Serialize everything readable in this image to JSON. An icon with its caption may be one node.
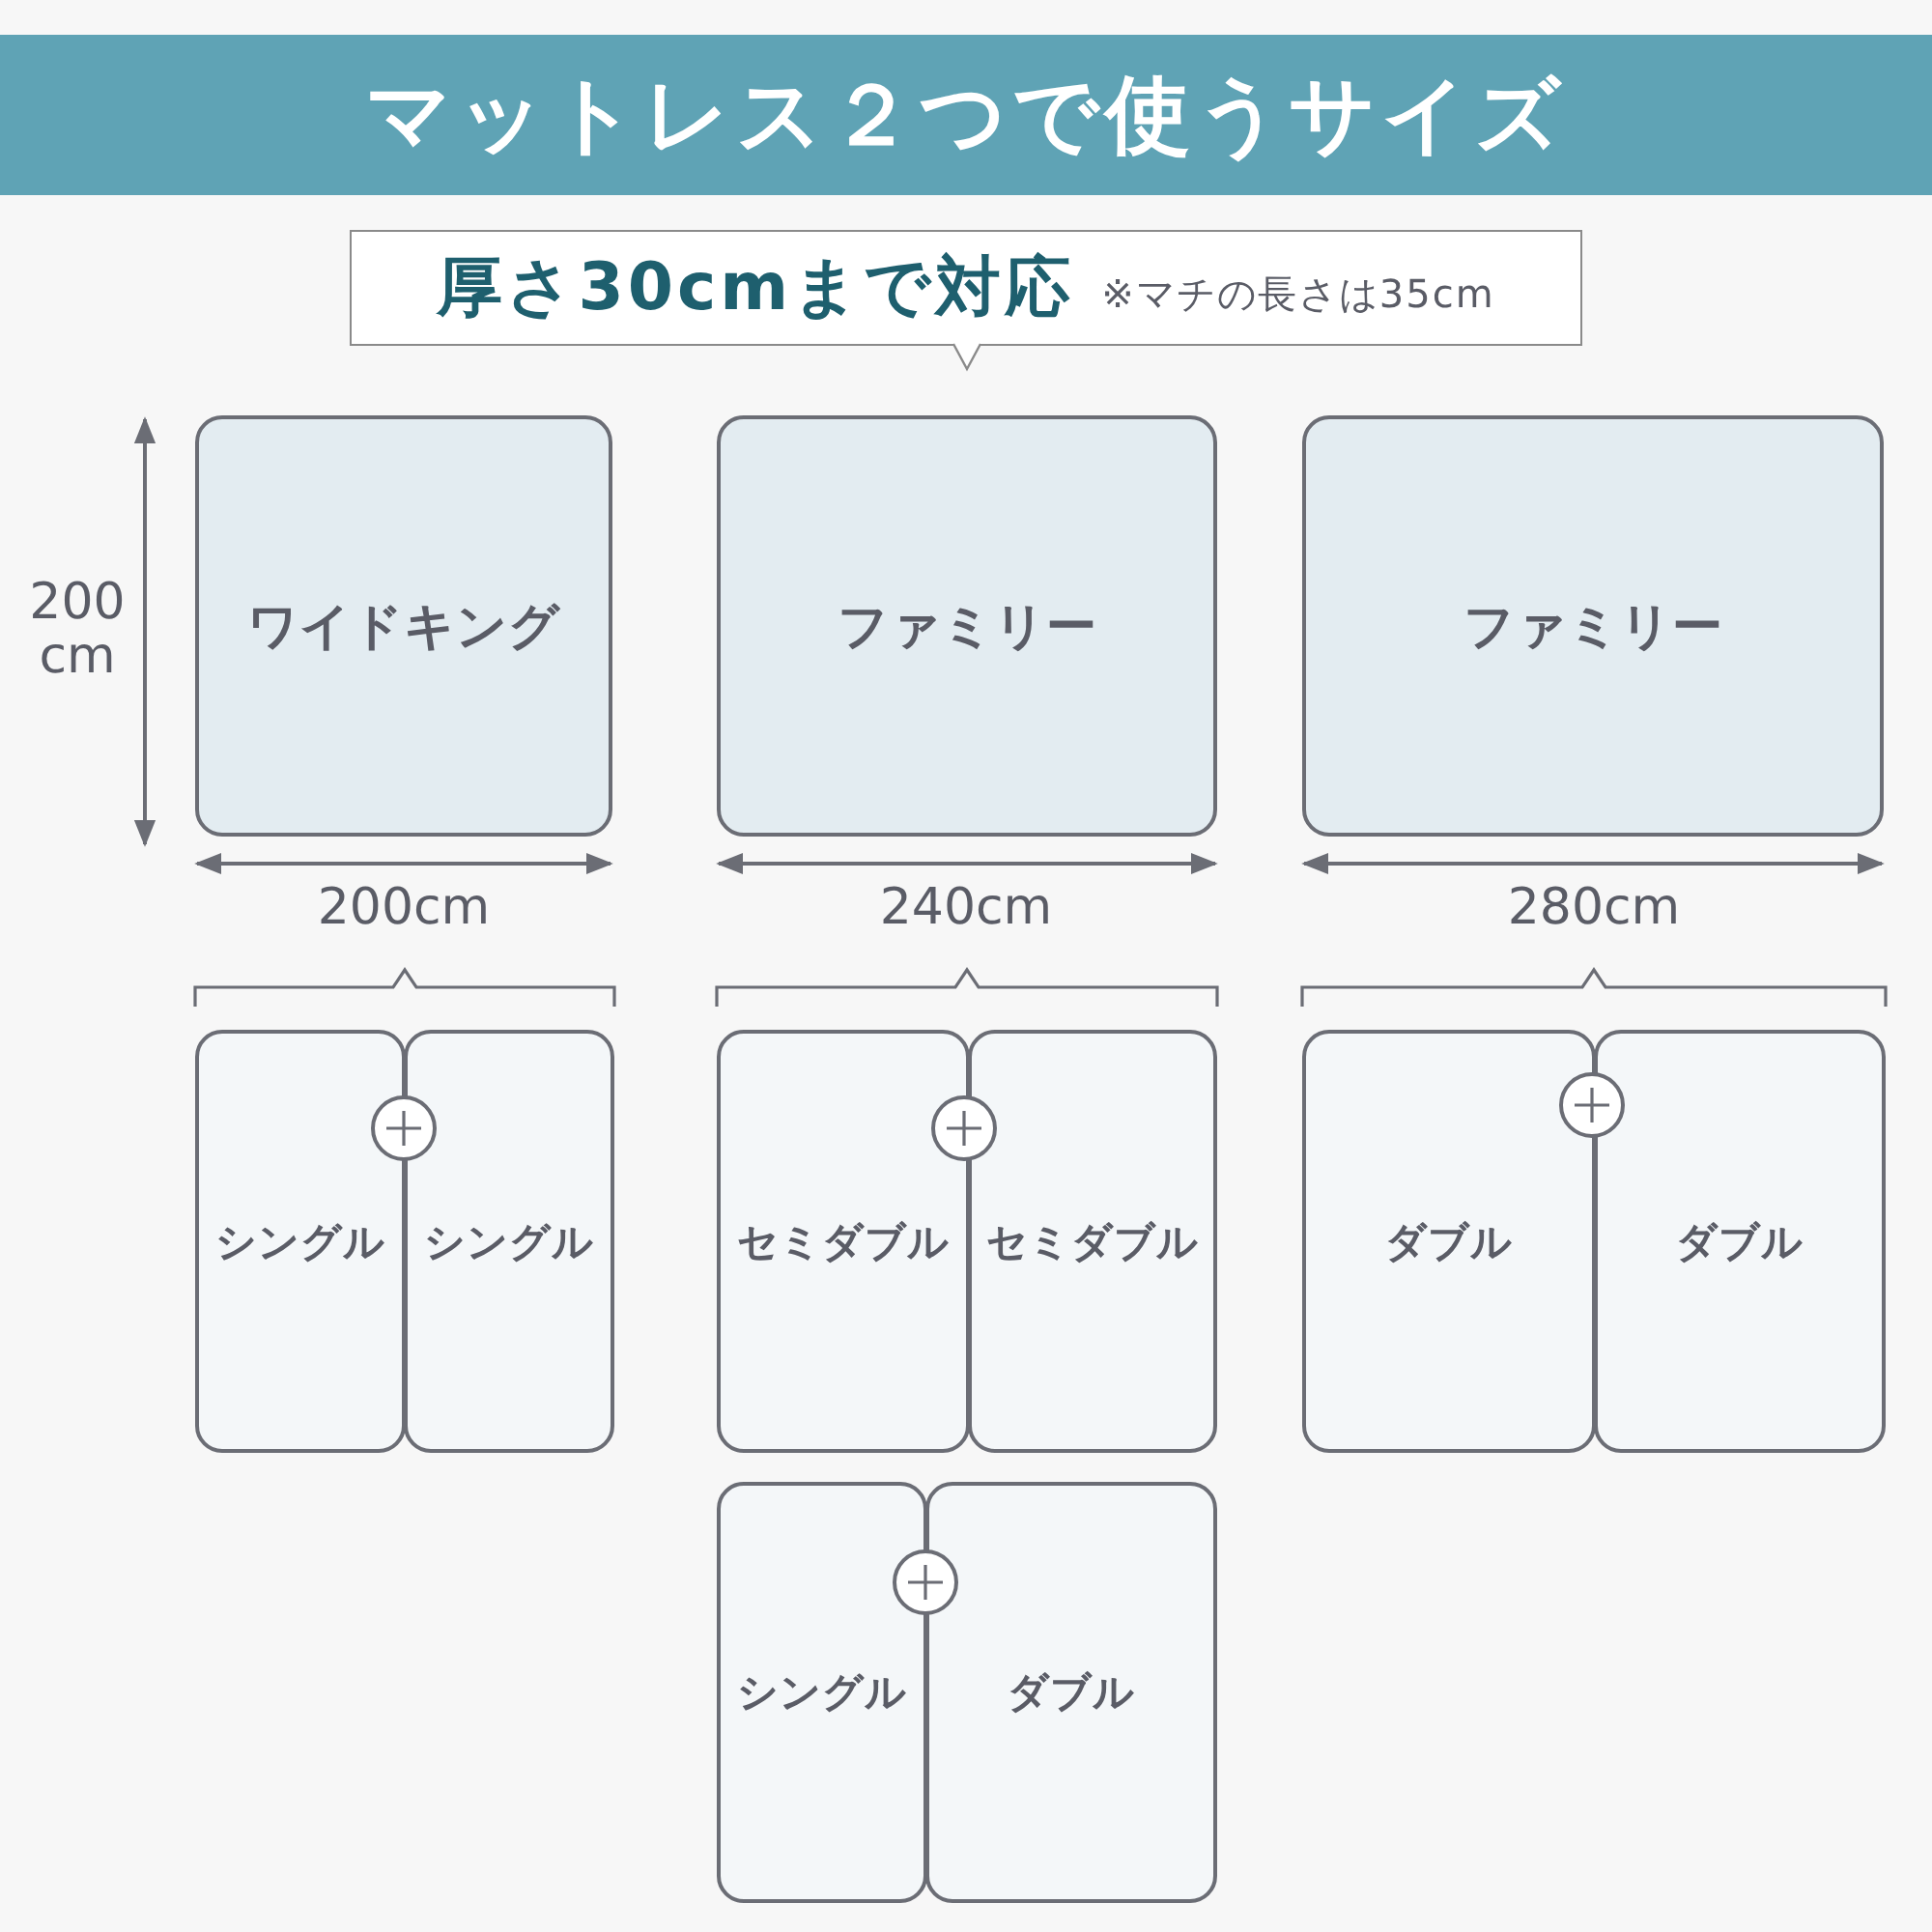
{
  "diagram": {
    "title": "マットレス２つで使うサイズ",
    "nodes": [
      {
        "text": [
          "厚さ30cmまで対応",
          "※マチの長さは35cm"
        ]
      },
      {
        "text": [
          "ワイドキング"
        ]
      },
      {
        "text": [
          "ファミリー"
        ]
      },
      {
        "text": [
          "ファミリー"
        ]
      },
      {
        "text": [
          "シングル"
        ]
      },
      {
        "text": [
          "シングル"
        ]
      },
      {
        "text": [
          "セミダブル"
        ]
      },
      {
        "text": [
          "セミダブル"
        ]
      },
      {
        "text": [
          "ダブル"
        ]
      },
      {
        "text": [
          "ダブル"
        ]
      },
      {
        "text": [
          "シングル"
        ]
      },
      {
        "text": [
          "ダブル"
        ]
      }
    ],
    "edges": [
      {
        "from": 0,
        "to": 2,
        "arrow": "to"
      }
    ],
    "labels": [
      "200 cm",
      "200cm",
      "240cm",
      "280cm"
    ]
  }
}
